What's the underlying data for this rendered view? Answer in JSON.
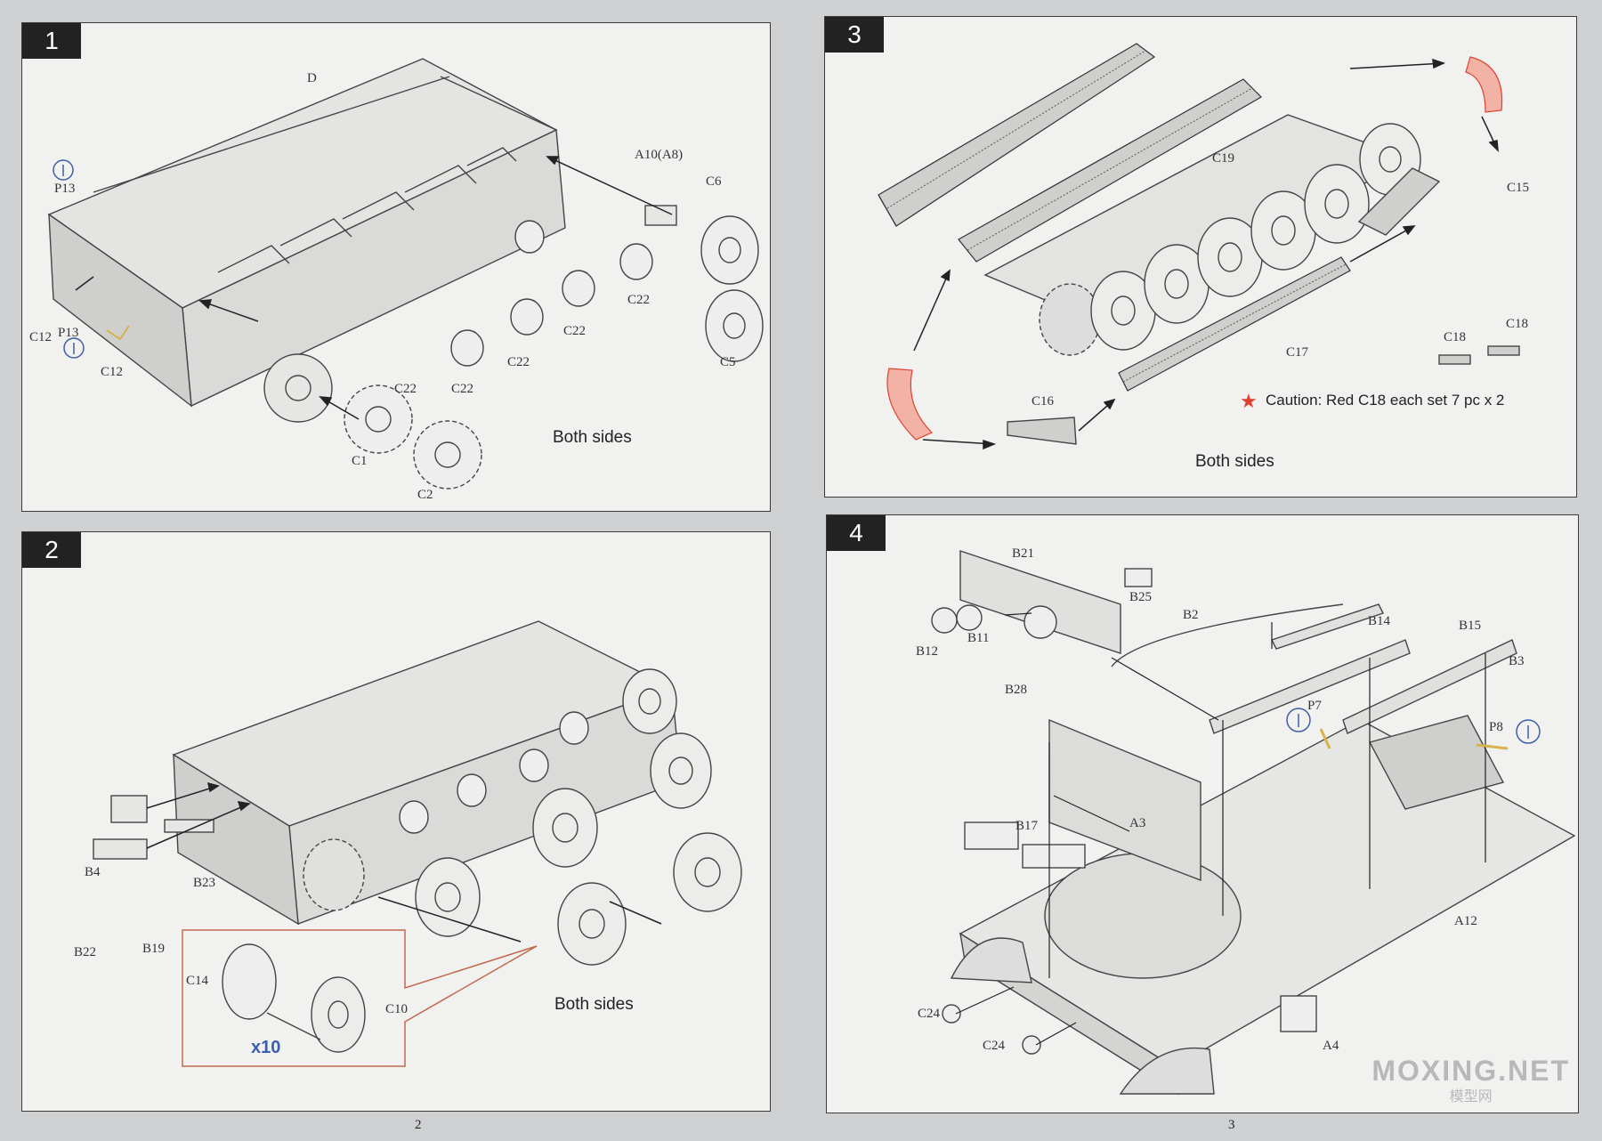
{
  "steps": [
    {
      "number": "1",
      "note": "Both sides",
      "labels": {
        "d": "D",
        "p13a": "P13",
        "p13b": "P13",
        "c12a": "C12",
        "c12b": "C12",
        "a10": "A10(A8)",
        "c6": "C6",
        "c5": "C5",
        "c22a": "C22",
        "c22b": "C22",
        "c22c": "C22",
        "c22d": "C22",
        "c22e": "C22",
        "c1": "C1",
        "c2": "C2"
      }
    },
    {
      "number": "2",
      "note": "Both sides",
      "labels": {
        "b4": "B4",
        "b23": "B23",
        "b22": "B22",
        "b19": "B19",
        "c14": "C14",
        "c10": "C10",
        "x10": "x10"
      }
    },
    {
      "number": "3",
      "note": "Both sides",
      "caution": "Caution:  Red C18 each set 7 pc x 2",
      "labels": {
        "c19": "C19",
        "c15": "C15",
        "c18a": "C18",
        "c18b": "C18",
        "c17": "C17",
        "c16": "C16"
      }
    },
    {
      "number": "4",
      "labels": {
        "b21": "B21",
        "b25": "B25",
        "b12": "B12",
        "b11": "B11",
        "b28": "B28",
        "b2": "B2",
        "b14": "B14",
        "b15": "B15",
        "b3": "B3",
        "p7": "P7",
        "p8": "P8",
        "a3": "A3",
        "b17": "B17",
        "a12": "A12",
        "c24a": "C24",
        "c24b": "C24",
        "a4": "A4"
      }
    }
  ],
  "pages": {
    "left": "2",
    "right": "3"
  },
  "watermark": {
    "main": "MOXING.NET",
    "sub": "模型网"
  },
  "colors": {
    "accent_red": "#e0402e",
    "x10_blue": "#3b5fb0",
    "info_blue": "#3d5fa8",
    "callout": "#c2684a"
  }
}
